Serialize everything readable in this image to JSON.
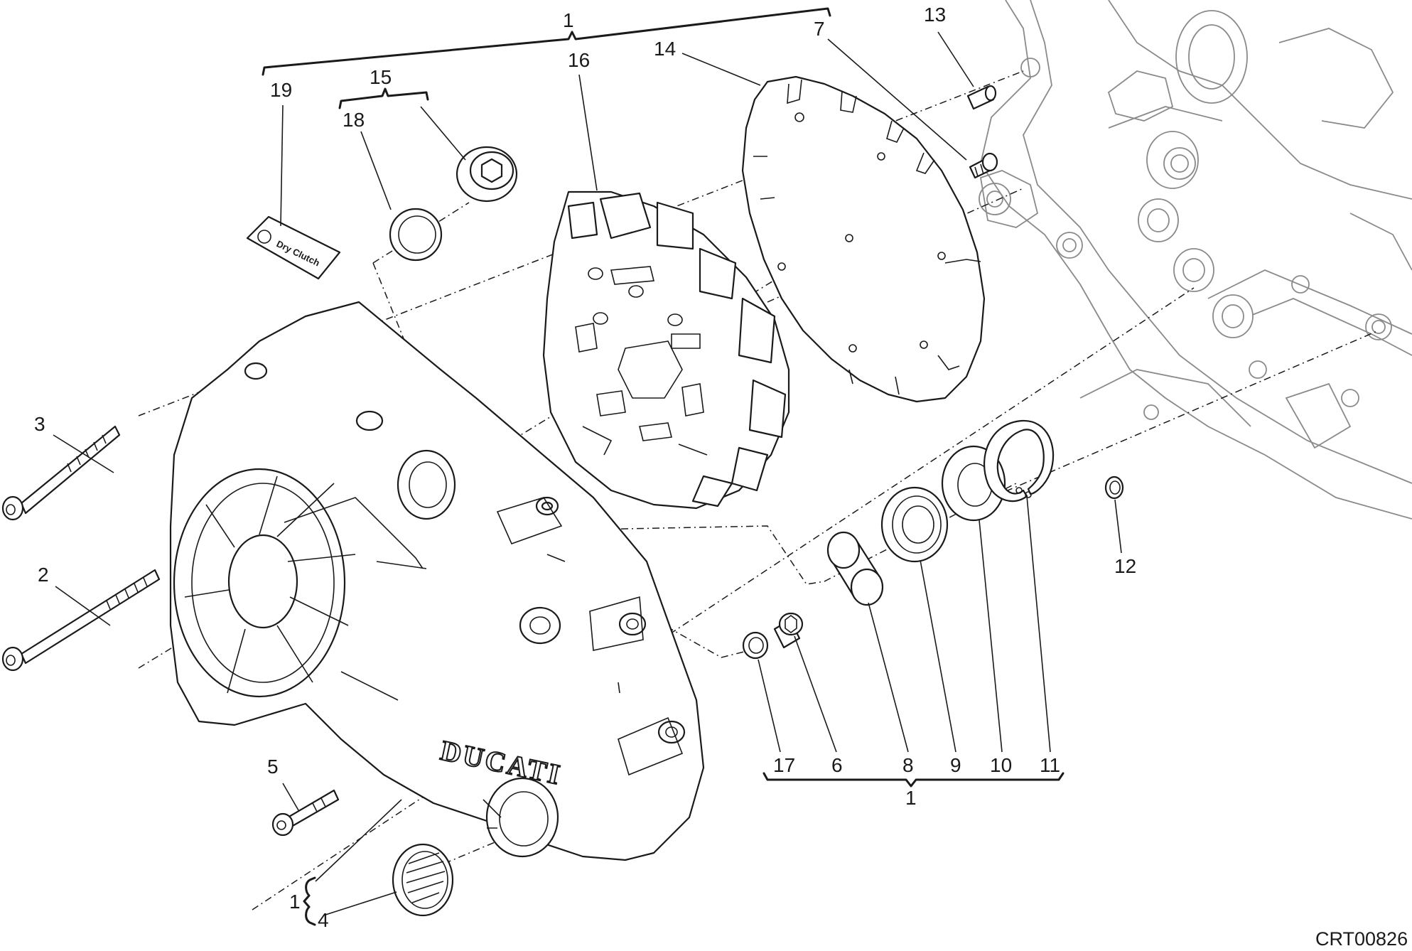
{
  "diagram": {
    "drawing_code": "CRT00826",
    "brand_text": "DUCATI",
    "decal_text": "Dry Clutch",
    "callouts": {
      "c1_top": "1",
      "c1_bottom": "1",
      "c1_left": "1",
      "c2": "2",
      "c3": "3",
      "c4": "4",
      "c5": "5",
      "c6": "6",
      "c7": "7",
      "c8": "8",
      "c9": "9",
      "c10": "10",
      "c11": "11",
      "c12": "12",
      "c13": "13",
      "c14": "14",
      "c15": "15",
      "c16": "16",
      "c17": "17",
      "c18": "18",
      "c19": "19"
    },
    "colors": {
      "ink": "#1a1a1a",
      "ghost": "#8a8a8a",
      "paper": "#ffffff"
    }
  }
}
